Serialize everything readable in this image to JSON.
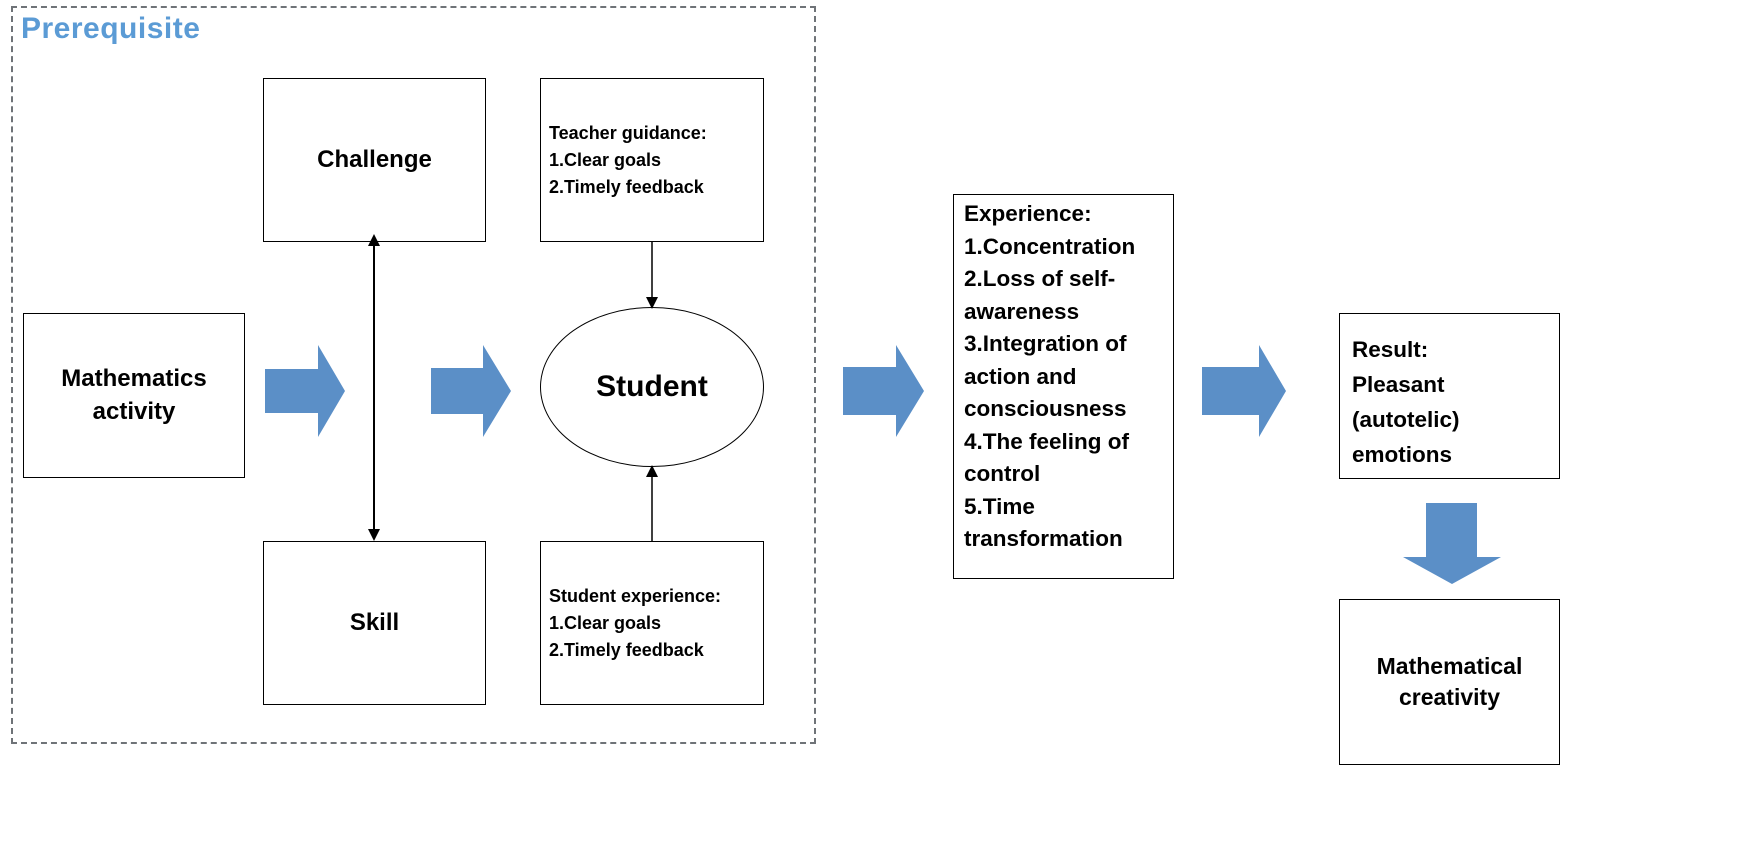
{
  "prerequisite": {
    "title": "Prerequisite"
  },
  "challenge": {
    "label": "Challenge"
  },
  "skill": {
    "label": "Skill"
  },
  "math_activity": {
    "lines": [
      "Mathematics",
      "activity"
    ]
  },
  "teacher_guidance": {
    "lines": [
      "Teacher guidance:",
      "1.Clear goals",
      "2.Timely feedback"
    ]
  },
  "student_experience": {
    "lines": [
      "Student experience:",
      "1.Clear goals",
      "2.Timely feedback"
    ]
  },
  "student": {
    "label": "Student"
  },
  "experience": {
    "lines": [
      "Experience:",
      "1.Concentration",
      "2.Loss of self-",
      "awareness",
      "3.Integration of",
      "action and",
      "consciousness",
      "4.The feeling of",
      "control",
      "5.Time",
      "transformation"
    ]
  },
  "result": {
    "lines": [
      "Result:",
      "Pleasant",
      "(autotelic)",
      "emotions"
    ]
  },
  "creativity": {
    "lines": [
      "Mathematical",
      "creativity"
    ]
  },
  "colors": {
    "arrow_fill": "#5b8fc7",
    "prereq_title": "#5b9bd5",
    "frame_border": "#6f7378"
  }
}
